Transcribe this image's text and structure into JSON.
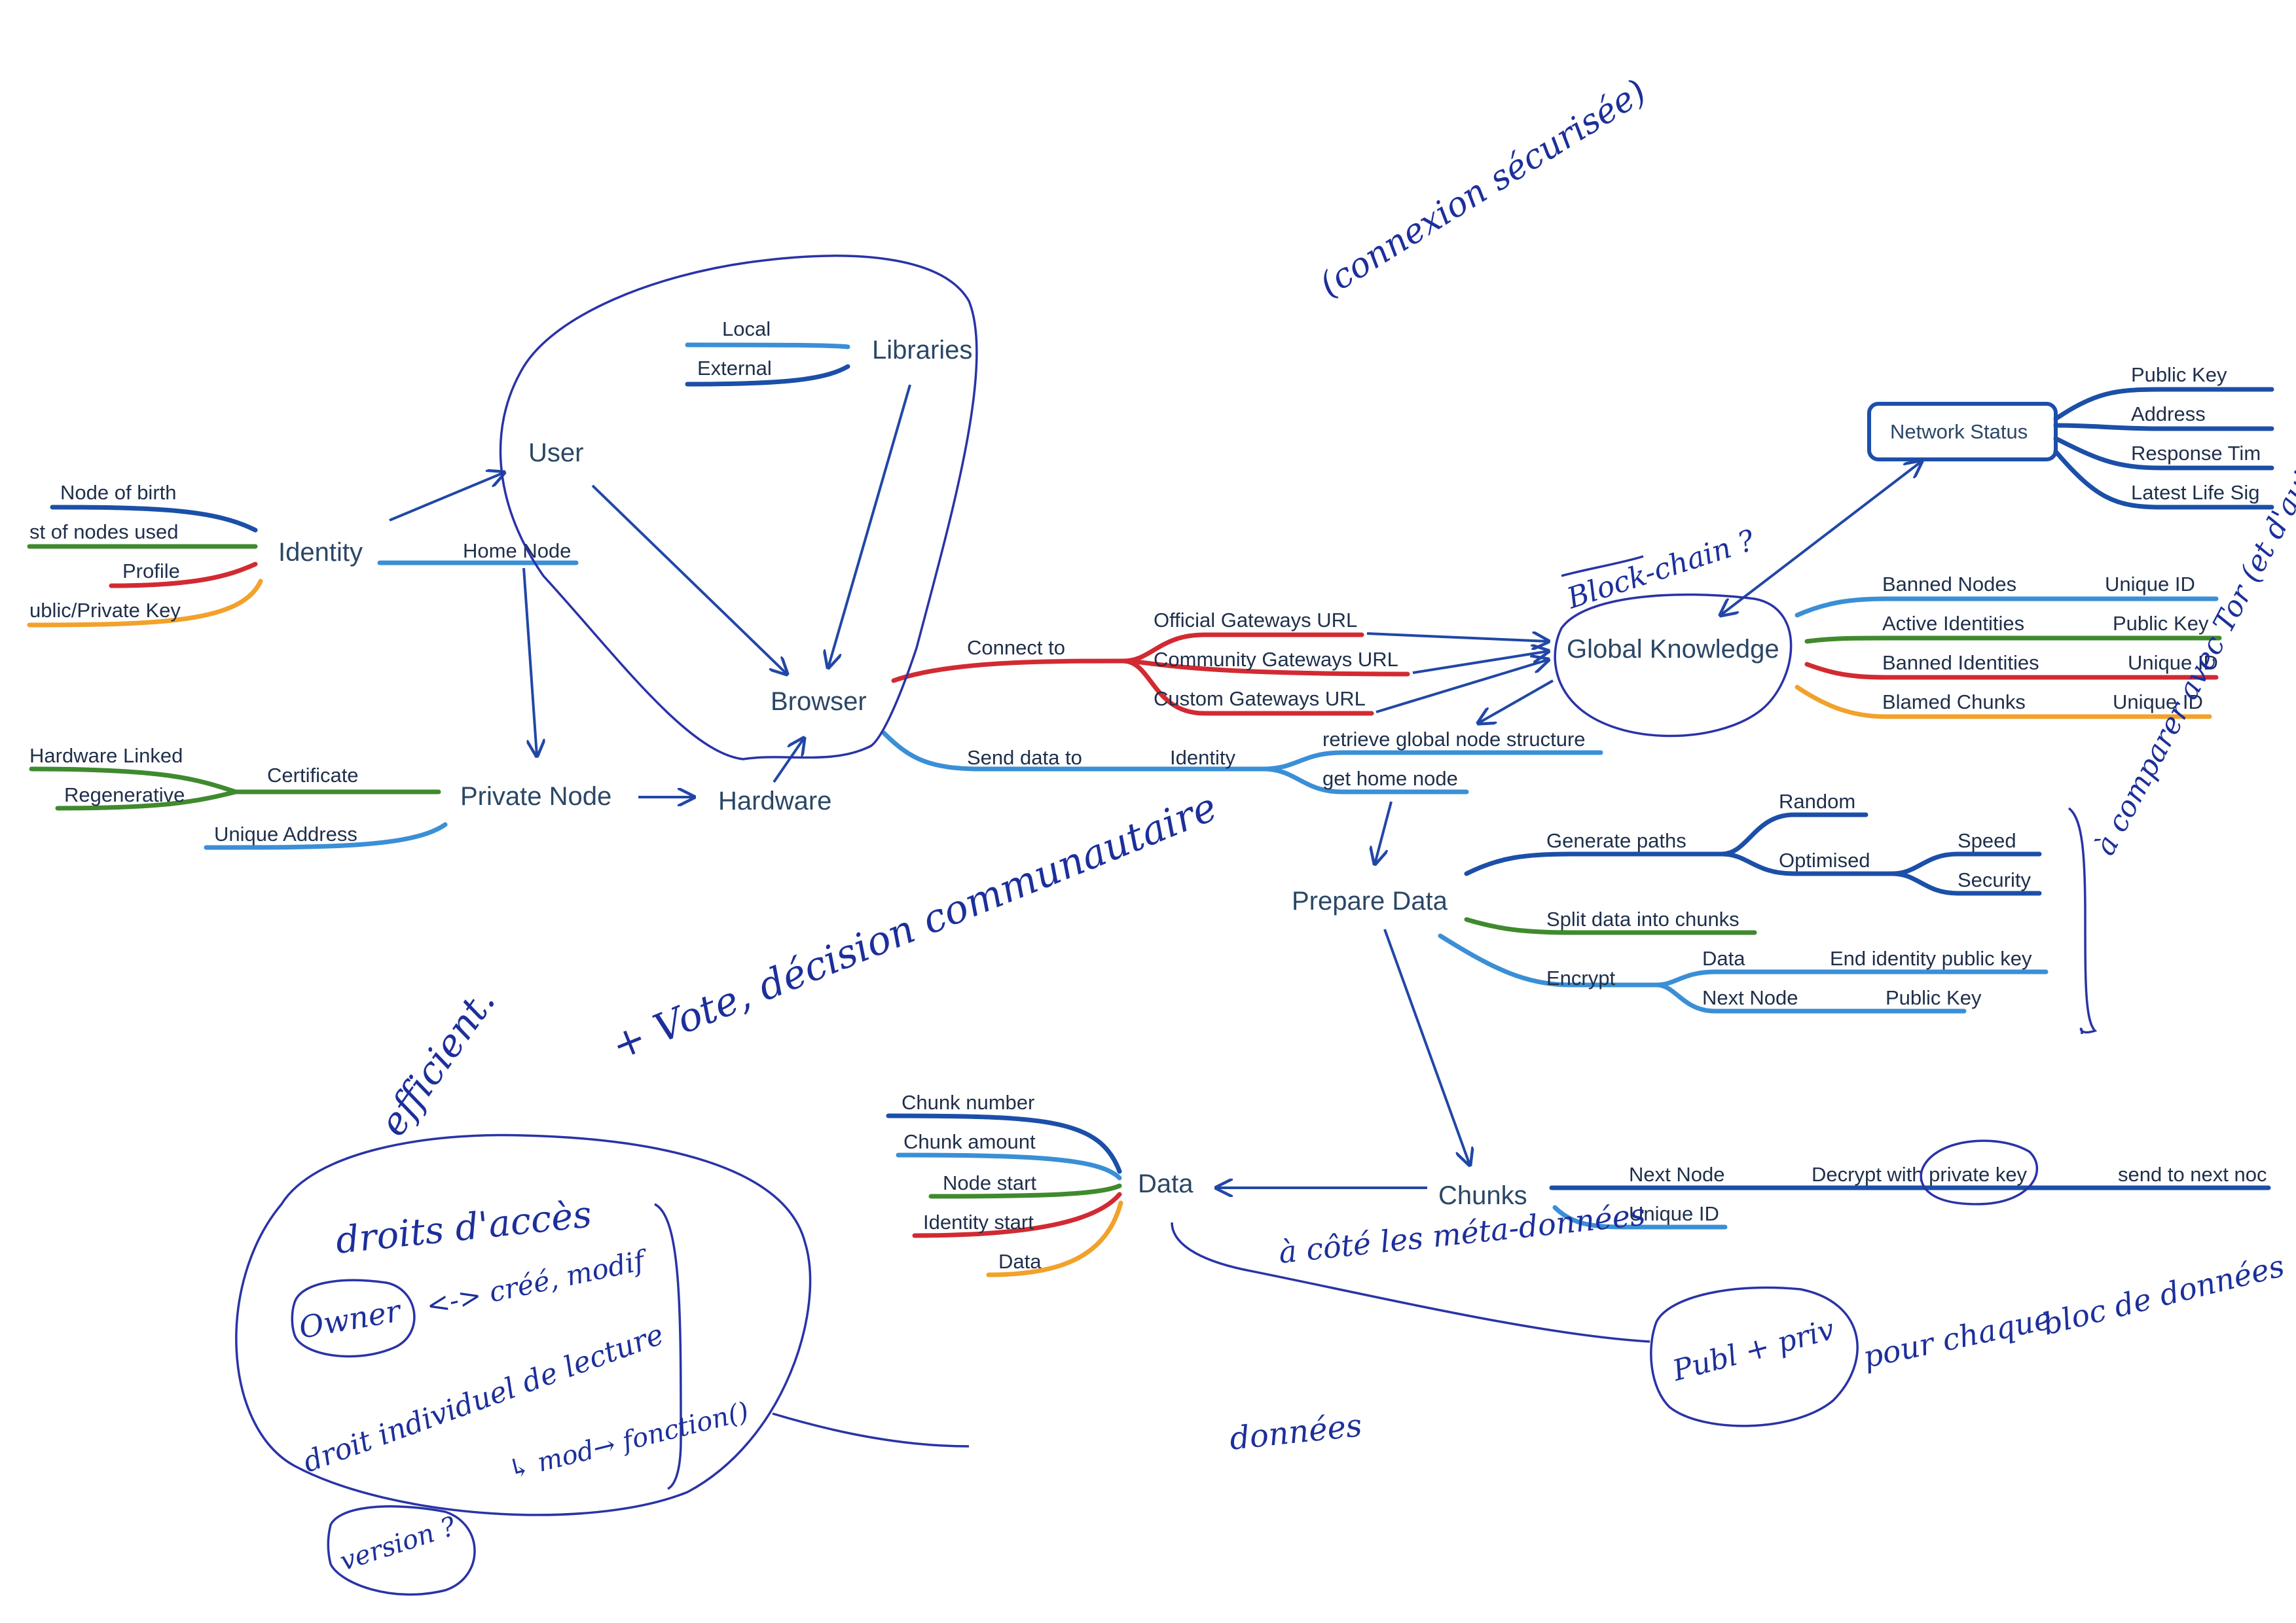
{
  "colors": {
    "dark_blue": "#1b4fa8",
    "light_blue": "#3a8fd6",
    "red": "#d22a32",
    "green": "#3f8a2e",
    "orange": "#f2a12a",
    "ink": "#1c2f9a"
  },
  "nodes": {
    "identity": "Identity",
    "user": "User",
    "libraries": "Libraries",
    "browser": "Browser",
    "private_node": "Private Node",
    "hardware": "Hardware",
    "global_knowledge": "Global Knowledge",
    "network_status": "Network Status",
    "prepare_data": "Prepare Data",
    "chunks": "Chunks",
    "data": "Data"
  },
  "identity_branches": [
    "Node of birth",
    "st of nodes used",
    "Profile",
    "ublic/Private Key"
  ],
  "libraries_branches": [
    "Local",
    "External"
  ],
  "home_node": "Home Node",
  "certificate": "Certificate",
  "certificate_branches": [
    "Hardware Linked",
    "Regenerative"
  ],
  "unique_address": "Unique Address",
  "connect_to": "Connect to",
  "gateways": [
    "Official Gateways URL",
    "Community Gateways URL",
    "Custom Gateways URL"
  ],
  "send_data_to": "Send data to",
  "send_identity": "Identity",
  "send_branches": [
    "retrieve global node structure",
    "get home node"
  ],
  "network_status_branches": [
    "Public Key",
    "Address",
    "Response Tim",
    "Latest Life Sig"
  ],
  "global_branches": [
    {
      "label": "Banned Nodes",
      "value": "Unique ID"
    },
    {
      "label": "Active Identities",
      "value": "Public Key"
    },
    {
      "label": "Banned Identities",
      "value": "Unique ID"
    },
    {
      "label": "Blamed Chunks",
      "value": "Unique ID"
    }
  ],
  "prepare": {
    "generate_paths": "Generate paths",
    "random": "Random",
    "optimised": "Optimised",
    "speed": "Speed",
    "security": "Security",
    "split": "Split data into chunks",
    "encrypt": "Encrypt",
    "enc_data": "Data",
    "enc_data_value": "End identity public key",
    "enc_next": "Next Node",
    "enc_next_value": "Public Key"
  },
  "chunks_branches": {
    "next_node": "Next Node",
    "decrypt": "Decrypt with private key",
    "send_next": "send to next noc",
    "unique_id": "Unique ID"
  },
  "data_branches": [
    "Chunk number",
    "Chunk amount",
    "Node start",
    "Identity start",
    "Data"
  ],
  "handwritten": {
    "connexion": "(connexion sécurisée)",
    "blockchain": "Block-chain ?",
    "vote": "+ Vote, décision communautaire",
    "efficient": "efficient.",
    "droits": "droits d'accès",
    "owner": "Owner",
    "cree": "<-> créé, modif",
    "droit_ind": "droit individuel de lecture",
    "mod": "↳ mod→ fonction()",
    "version": "version ?",
    "acomparer": "à comparer avec Tor (et d'autres)",
    "meta": "à côté les méta-données",
    "pubpriv": "Publ + priv",
    "pourchaque": "pour chaque",
    "bloc": "bloc de données",
    "donnees": "données"
  }
}
